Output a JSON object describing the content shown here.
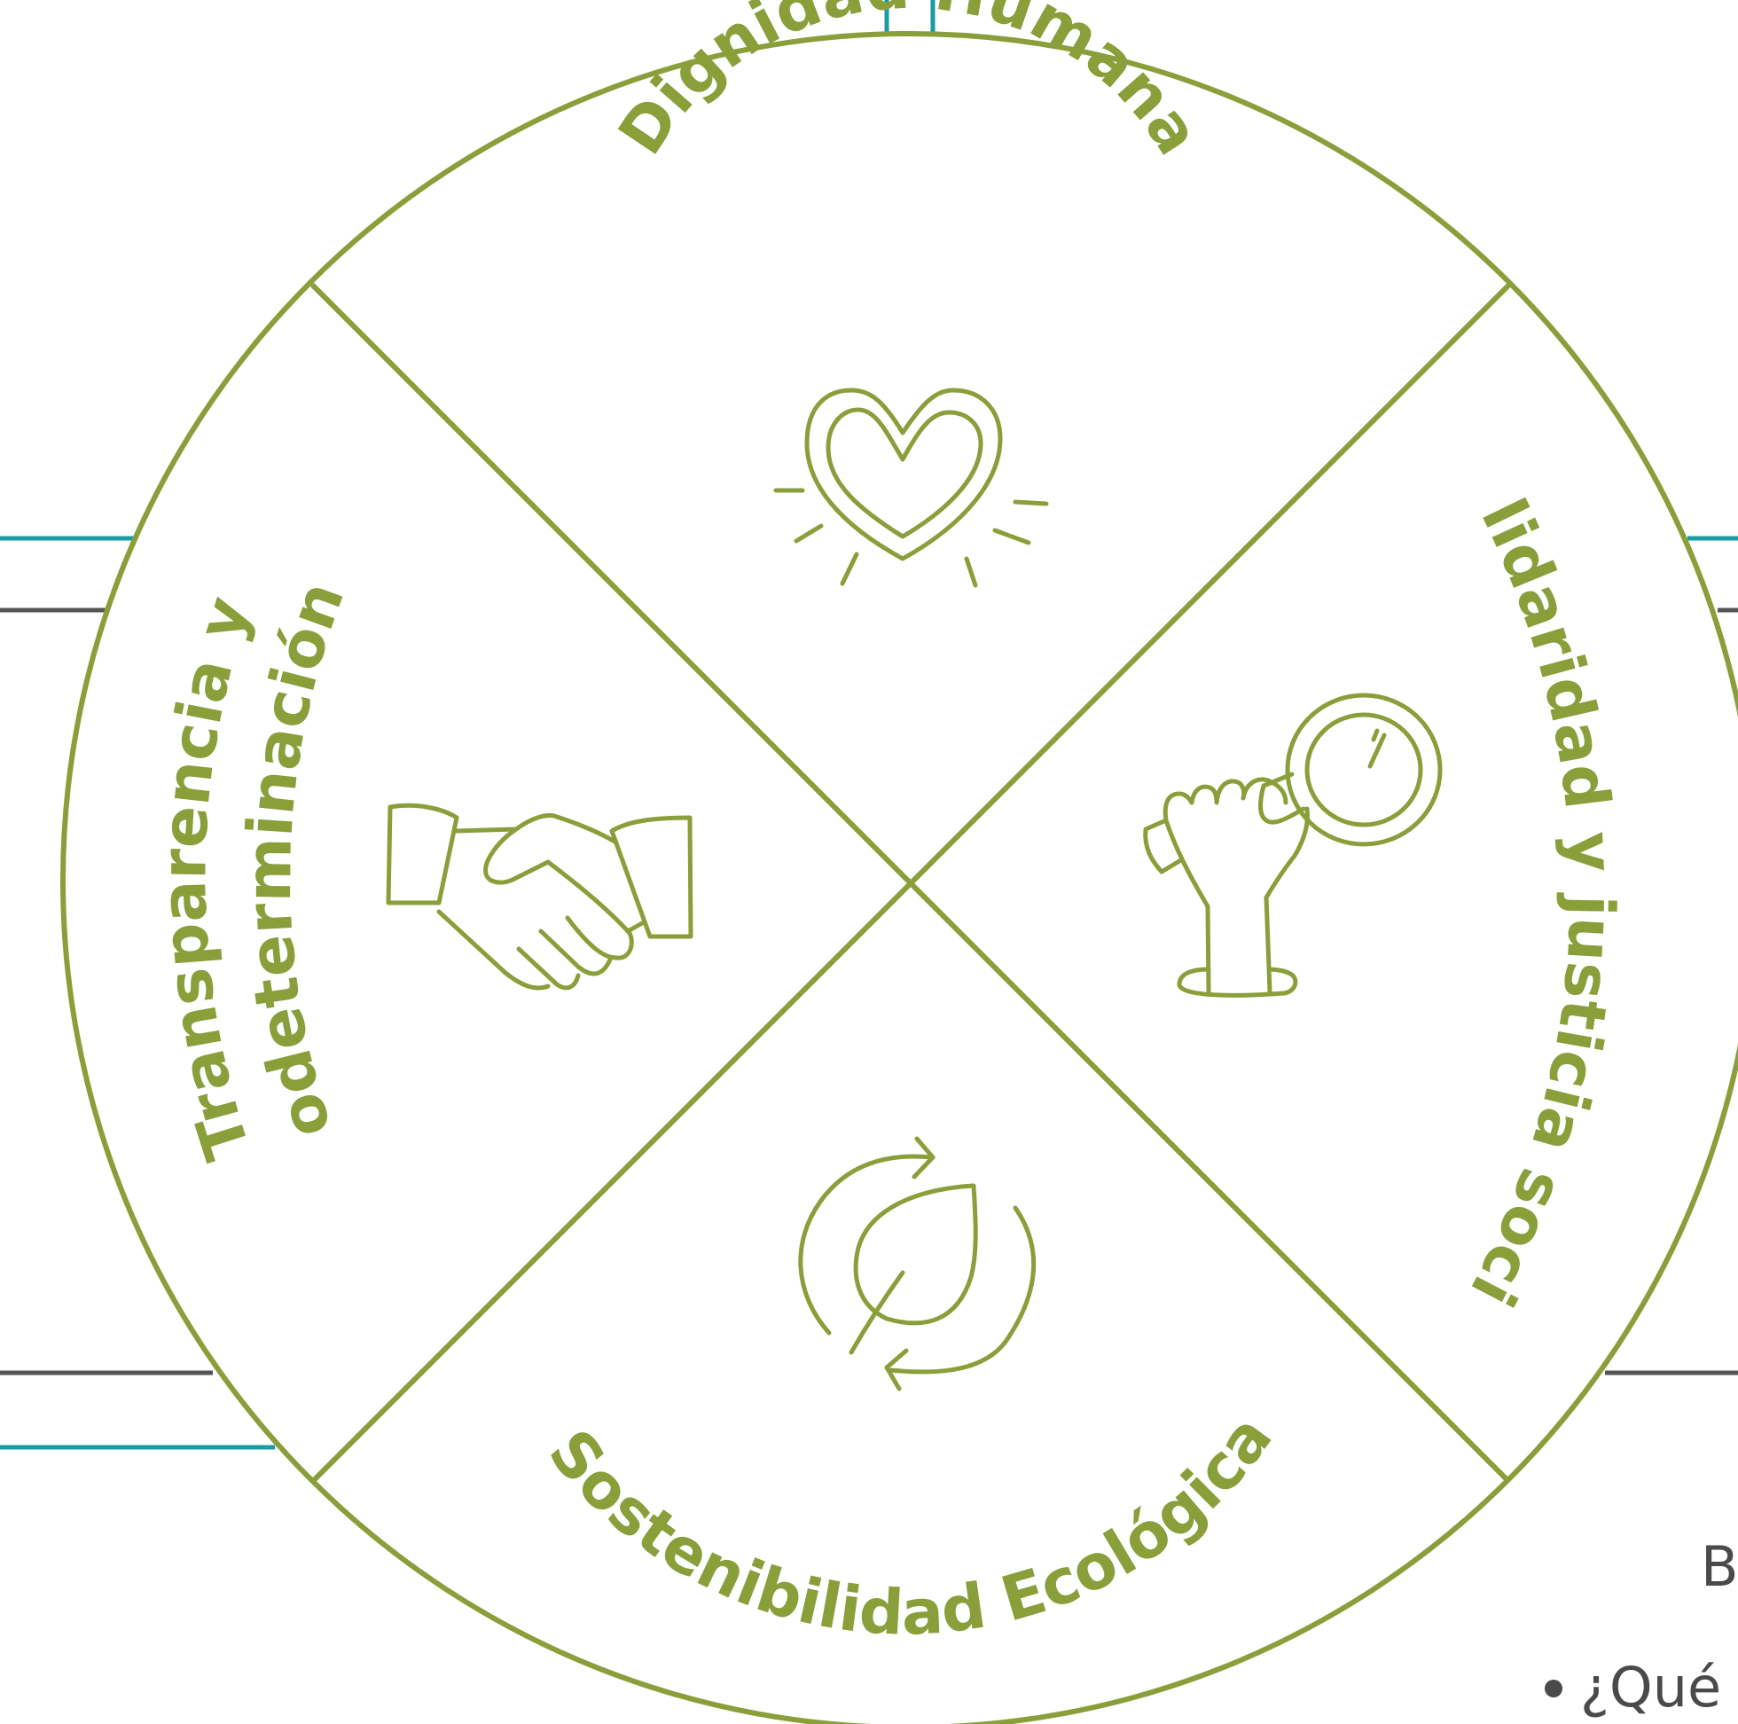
{
  "diagram": {
    "segments": [
      {
        "label": "Dignidad Humana",
        "icon": "heart-icon"
      },
      {
        "label": "Solidaridad y justicia social",
        "icon": "raised-fist-magnifier-icon"
      },
      {
        "label": "Sostenibilidad Ecológica",
        "icon": "recycle-leaf-icon"
      },
      {
        "label_line1": "Transparencia y",
        "label_line2": "codeterminación",
        "icon": "handshake-icon"
      }
    ]
  },
  "side_text": {
    "heading_fragment": "B",
    "bullet_fragment": "¿Qué"
  },
  "colors": {
    "accent_green": "#8a9e3a",
    "teal_line": "#1a9ba5",
    "gray_line": "#555555",
    "text_gray": "#4a4a4a"
  }
}
